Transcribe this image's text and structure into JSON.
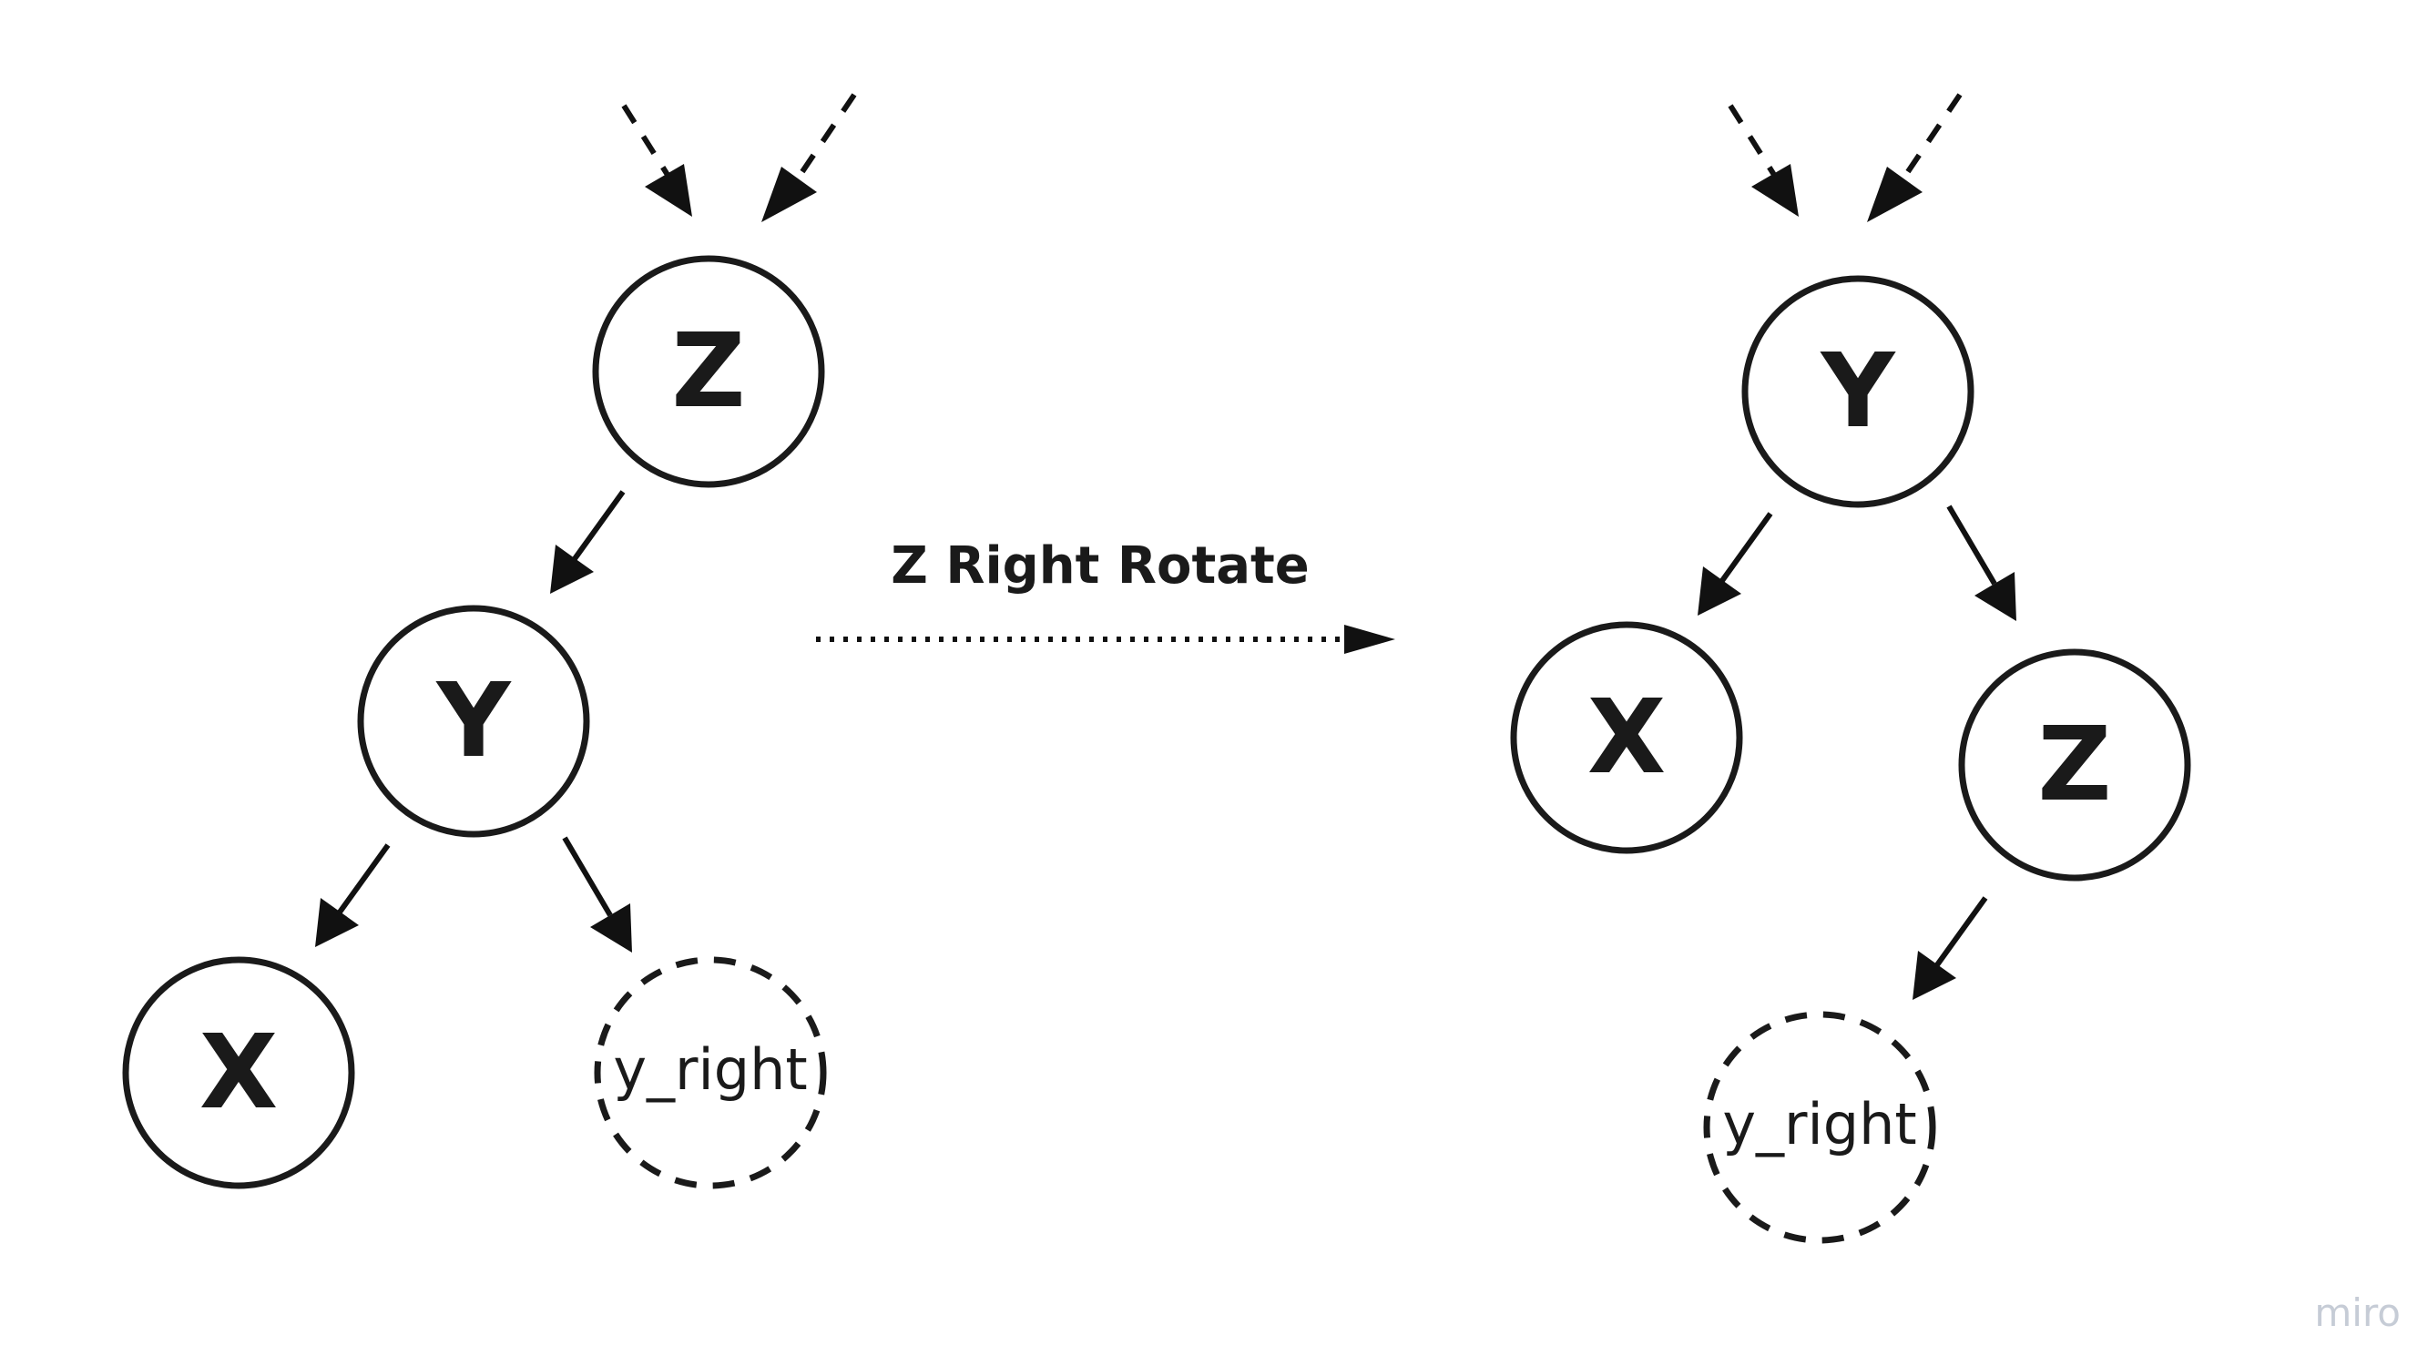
{
  "caption": "Z Right Rotate",
  "watermark": "miro",
  "before": {
    "nodes": {
      "z": "Z",
      "y": "Y",
      "x": "X",
      "y_right": "y_right"
    }
  },
  "after": {
    "nodes": {
      "y": "Y",
      "x": "X",
      "z": "Z",
      "y_right": "y_right"
    }
  },
  "colors": {
    "stroke": "#1a1a1a",
    "watermark": "#c6ccd6"
  }
}
